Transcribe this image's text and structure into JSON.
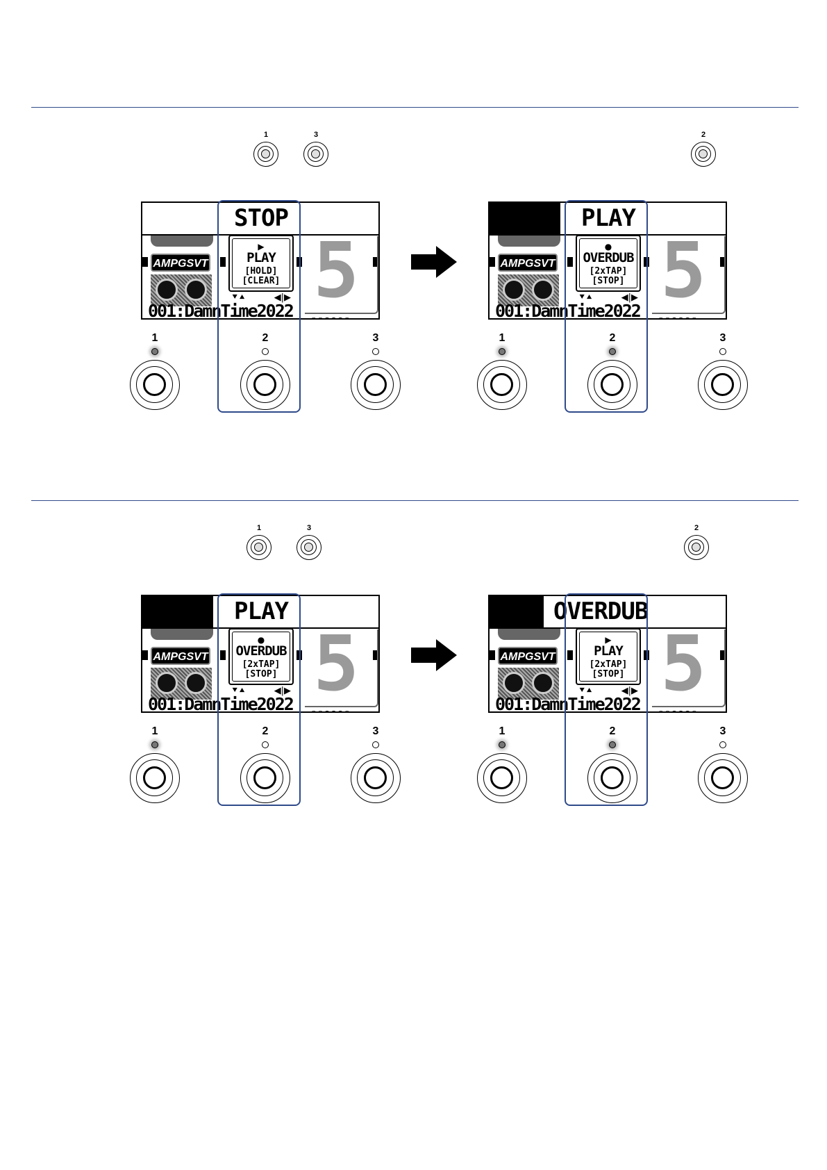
{
  "colors": {
    "accent": "#2f4a8a",
    "led_on": "#777777"
  },
  "knob_labels": {
    "k1": "1",
    "k2": "2",
    "k3": "3"
  },
  "display": {
    "amp_badge": "AMPGSVT",
    "patch_name": "001:DamnTime2022",
    "big_number": "5",
    "dots": "○○●●●○"
  },
  "switches": {
    "s1": "1",
    "s2": "2",
    "s3": "3"
  },
  "sections": [
    {
      "before": {
        "title": "STOP",
        "symbol": "▶",
        "line1": "PLAY",
        "line2": "[HOLD]\n[CLEAR]",
        "title_block": false
      },
      "after": {
        "title": "PLAY",
        "symbol": "●",
        "line1": "OVERDUB",
        "line2": "[2xTAP]\n[STOP]",
        "title_block": true
      }
    },
    {
      "before": {
        "title": "PLAY",
        "symbol": "●",
        "line1": "OVERDUB",
        "line2": "[2xTAP]\n[STOP]",
        "title_block": true
      },
      "after": {
        "title": "OVERDUB",
        "symbol": "▶",
        "line1": "PLAY",
        "line2": "[2xTAP]\n[STOP]",
        "title_block": true
      }
    }
  ]
}
